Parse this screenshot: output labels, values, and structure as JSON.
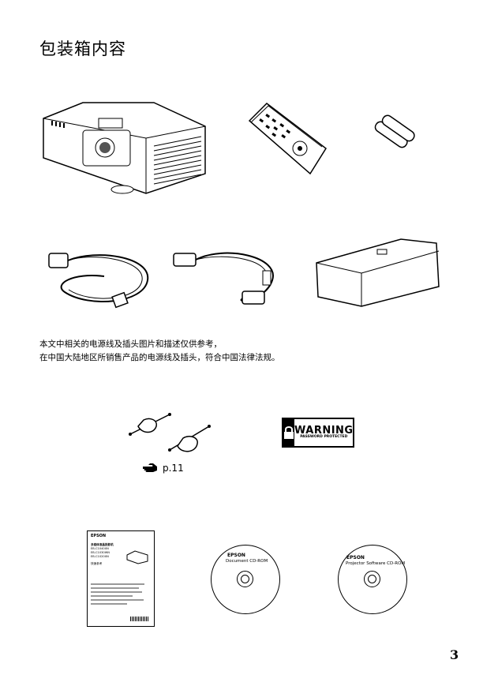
{
  "page": {
    "title": "包装箱内容",
    "note_line1": "本文中相关的电源线及插头图片和描述仅供参考，",
    "note_line2": "在中国大陆地区所销售产品的电源线及插头，符合中国法律法规。",
    "page_number": "3"
  },
  "reference": {
    "arrow_icon": "pointing-hand-icon",
    "label": "p.11"
  },
  "warning_sticker": {
    "word": "WARNING",
    "subtext": "PASSWORD PROTECTED"
  },
  "booklet": {
    "brand": "EPSON",
    "title": "多媒体液晶投影机",
    "models": [
      "EB-C1040XN",
      "EB-C1030WN",
      "EB-C1020XN"
    ],
    "subtitle": "快速参考"
  },
  "cd1": {
    "brand": "EPSON",
    "label": "Document CD-ROM"
  },
  "cd2": {
    "brand": "EPSON",
    "label": "Projector Software CD-ROM"
  }
}
